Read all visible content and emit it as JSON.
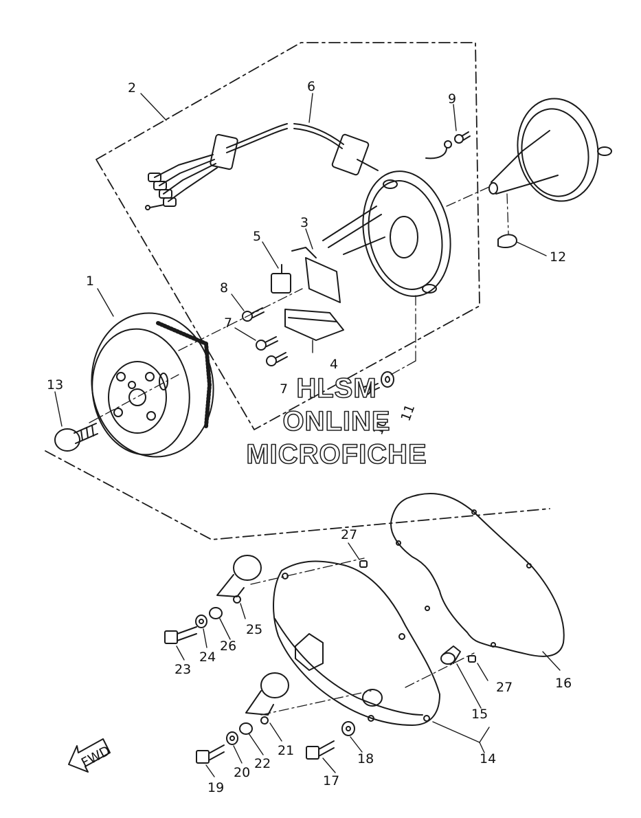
{
  "diagram": {
    "callouts": {
      "c1": "1",
      "c2": "2",
      "c3": "3",
      "c4": "4",
      "c5": "5",
      "c6": "6",
      "c7a": "7",
      "c7b": "7",
      "c8": "8",
      "c9": "9",
      "c10": "10",
      "c11": "11",
      "c12": "12",
      "c13": "13",
      "c14": "14",
      "c15": "15",
      "c16": "16",
      "c17": "17",
      "c18": "18",
      "c19": "19",
      "c20": "20",
      "c21": "21",
      "c22": "22",
      "c23": "23",
      "c24": "24",
      "c25": "25",
      "c26": "26",
      "c27a": "27",
      "c27b": "27"
    },
    "fwd_label": "FWD"
  },
  "watermark": {
    "line1": "HLSM",
    "line2": "ONLINE",
    "line3": "MICROFICHE"
  }
}
